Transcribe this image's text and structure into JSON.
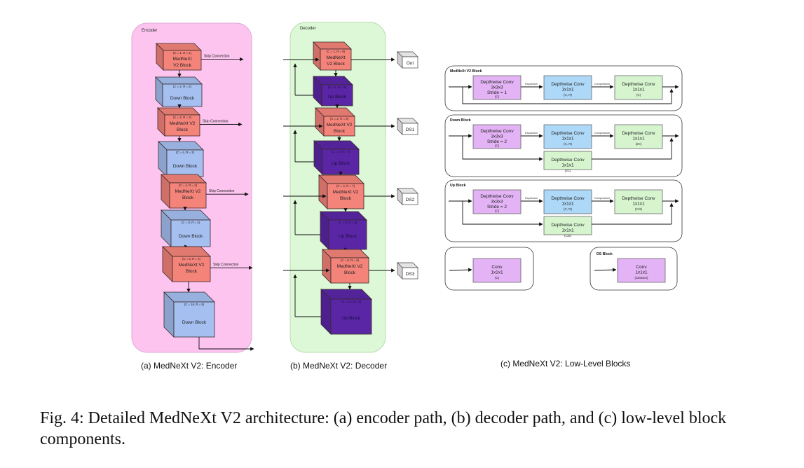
{
  "encoder": {
    "panel_label": "Encoder",
    "caption": "(a) MedNeXt V2: Encoder",
    "skip_label": "Skip Connection",
    "blocks": [
      {
        "type": "mednext",
        "params": "(C = 1, R = 1)",
        "line1": "MedNeXt",
        "line2": "V2 Block",
        "skip": true
      },
      {
        "type": "down",
        "params": "(C = 2, R = 2)",
        "line1": "Down Block",
        "line2": "",
        "skip": false
      },
      {
        "type": "mednext",
        "params": "(C = 2, R = 2)",
        "line1": "MedNeXt V2",
        "line2": "Block",
        "skip": true
      },
      {
        "type": "down",
        "params": "(C = 4, R = 3)",
        "line1": "Down Block",
        "line2": "",
        "skip": false
      },
      {
        "type": "mednext",
        "params": "(C = 4, R = 3)",
        "line1": "MedNeXt V2",
        "line2": "Block",
        "skip": true
      },
      {
        "type": "down",
        "params": "(C = 8, R = 4)",
        "line1": "Down Block",
        "line2": "",
        "skip": false
      },
      {
        "type": "mednext",
        "params": "(C = 8, R = 4)",
        "line1": "MedNeXt V2",
        "line2": "Block",
        "skip": true
      },
      {
        "type": "down",
        "params": "(C = 16, R = 5)",
        "line1": "Down Block",
        "line2": "",
        "skip": false
      }
    ]
  },
  "decoder": {
    "panel_label": "Decoder",
    "caption": "(b) MedNeXt V2: Decoder",
    "blocks": [
      {
        "type": "mednext",
        "params": "(C = 1, R = 9)",
        "line1": "MedNeXt",
        "line2": "V2 Block",
        "output": "Out"
      },
      {
        "type": "up",
        "params": "(C = 2, R = 9)",
        "line1": "Up Block",
        "line2": ""
      },
      {
        "type": "mednext",
        "params": "(C = 2, R = 8)",
        "line1": "MedNeXt V2",
        "line2": "Block",
        "output": "DS1"
      },
      {
        "type": "up",
        "params": "(C = 4, R = 7)",
        "line1": "Up Block",
        "line2": ""
      },
      {
        "type": "mednext",
        "params": "(C = 4, R = 7)",
        "line1": "MedNeXt V2",
        "line2": "Block",
        "output": "DS2"
      },
      {
        "type": "up",
        "params": "(C = 8, R = 6)",
        "line1": "Up Block",
        "line2": ""
      },
      {
        "type": "mednext",
        "params": "(C = 8, R = 6)",
        "line1": "MedNeXt V2",
        "line2": "Block",
        "output": "DS3"
      },
      {
        "type": "up",
        "params": "(C = 16, R = 5)",
        "line1": "Up Block",
        "line2": ""
      }
    ]
  },
  "low_level": {
    "caption": "(c) MedNeXt V2: Low-Level Blocks",
    "expansion_label": "Expansion",
    "compression_label": "Compression",
    "groups": [
      {
        "title": "MedNeXt V2 Block",
        "conv1": [
          "Depthwise Conv",
          "3x3x3",
          "Stride = 1",
          "(C)"
        ],
        "conv2": [
          "Depthwise Conv",
          "1x1x1",
          "(C, R)"
        ],
        "conv3": [
          "Depthwise Conv",
          "1x1x1",
          "(C)"
        ],
        "residual": null
      },
      {
        "title": "Down Block",
        "conv1": [
          "Depthwise Conv",
          "3x3x3",
          "Stride = 2",
          "(C)"
        ],
        "conv2": [
          "Depthwise Conv",
          "1x1x1",
          "(C, R)"
        ],
        "conv3": [
          "Depthwise Conv",
          "1x1x1",
          "(2C)"
        ],
        "residual": [
          "Depthwise Conv",
          "1x1x1",
          "(2C)"
        ]
      },
      {
        "title": "Up Block",
        "conv1": [
          "Depthwise Conv",
          "3x3x3",
          "Stride = 2",
          "(C)"
        ],
        "conv2": [
          "Depthwise Conv",
          "1x1x1",
          "(C, R)"
        ],
        "conv3": [
          "Depthwise Conv",
          "1x1x1",
          "(C/2)"
        ],
        "residual": [
          "Depthwise Conv",
          "1x1x1",
          "(C/2)"
        ]
      }
    ],
    "stem": {
      "title": "",
      "conv": [
        "Conv",
        "1x1x1",
        "(C)"
      ]
    },
    "ds_block": {
      "title": "DS Block",
      "conv": [
        "Conv",
        "1x1x1",
        "(Classes)"
      ]
    }
  },
  "figure_caption": "Fig. 4: Detailed MedNeXt V2 architecture: (a) encoder path, (b) decoder path, and (c) low-level block components.",
  "colors": {
    "encoder_panel": "#fcc4ef",
    "decoder_panel": "#dcf8d6",
    "mednext_block": "#f4837a",
    "down_block": "#a4bff0",
    "up_block": "#5a26a6",
    "conv_purple": "#e3b3f5",
    "conv_blue": "#aed8f8",
    "conv_green": "#d6f5cf",
    "output_box": "#ffffff"
  }
}
